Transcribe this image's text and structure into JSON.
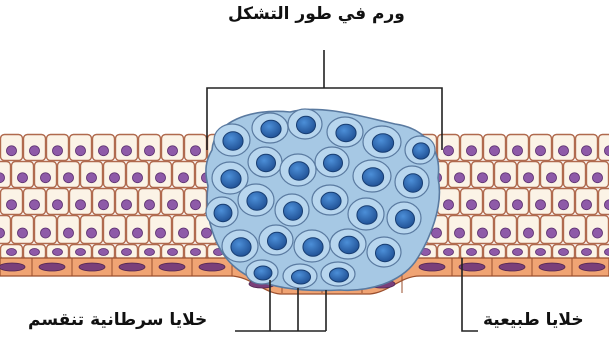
{
  "labels": {
    "tumor": "ورم في طور التشكل",
    "cancer_cells": "خلايا سرطانية تنقسم",
    "normal_cells": "خلايا طبيعية"
  },
  "colors": {
    "normal_cell_fill": "#fbf3e6",
    "normal_cell_outline": "#b06a4e",
    "normal_nucleus": "#8e5aa8",
    "basal_layer": "#f0a474",
    "basal_nucleus": "#7a3f7a",
    "cancer_cell_fill": "#a6c8e4",
    "cancer_cell_outline": "#5a7aa0",
    "cancer_nucleus": "#2e6db8",
    "leader_line": "#222222"
  }
}
